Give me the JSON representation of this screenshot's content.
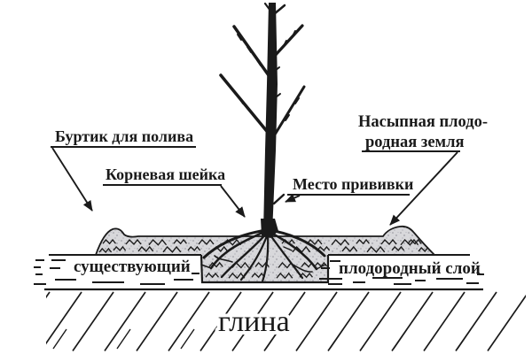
{
  "diagram": {
    "labels": {
      "watering_ridge": "Буртик для полива",
      "root_collar": "Корневая шейка",
      "backfill_line1": "Насыпная плодо-",
      "backfill_line2": "родная земля",
      "graft_point": "Место прививки",
      "existing_layer_left": "существующий",
      "existing_layer_right": "плодородный слой",
      "clay": "глина"
    },
    "colors": {
      "ink": "#1a1a1a",
      "soil_fill": "#d8d8db",
      "background": "#ffffff"
    }
  }
}
